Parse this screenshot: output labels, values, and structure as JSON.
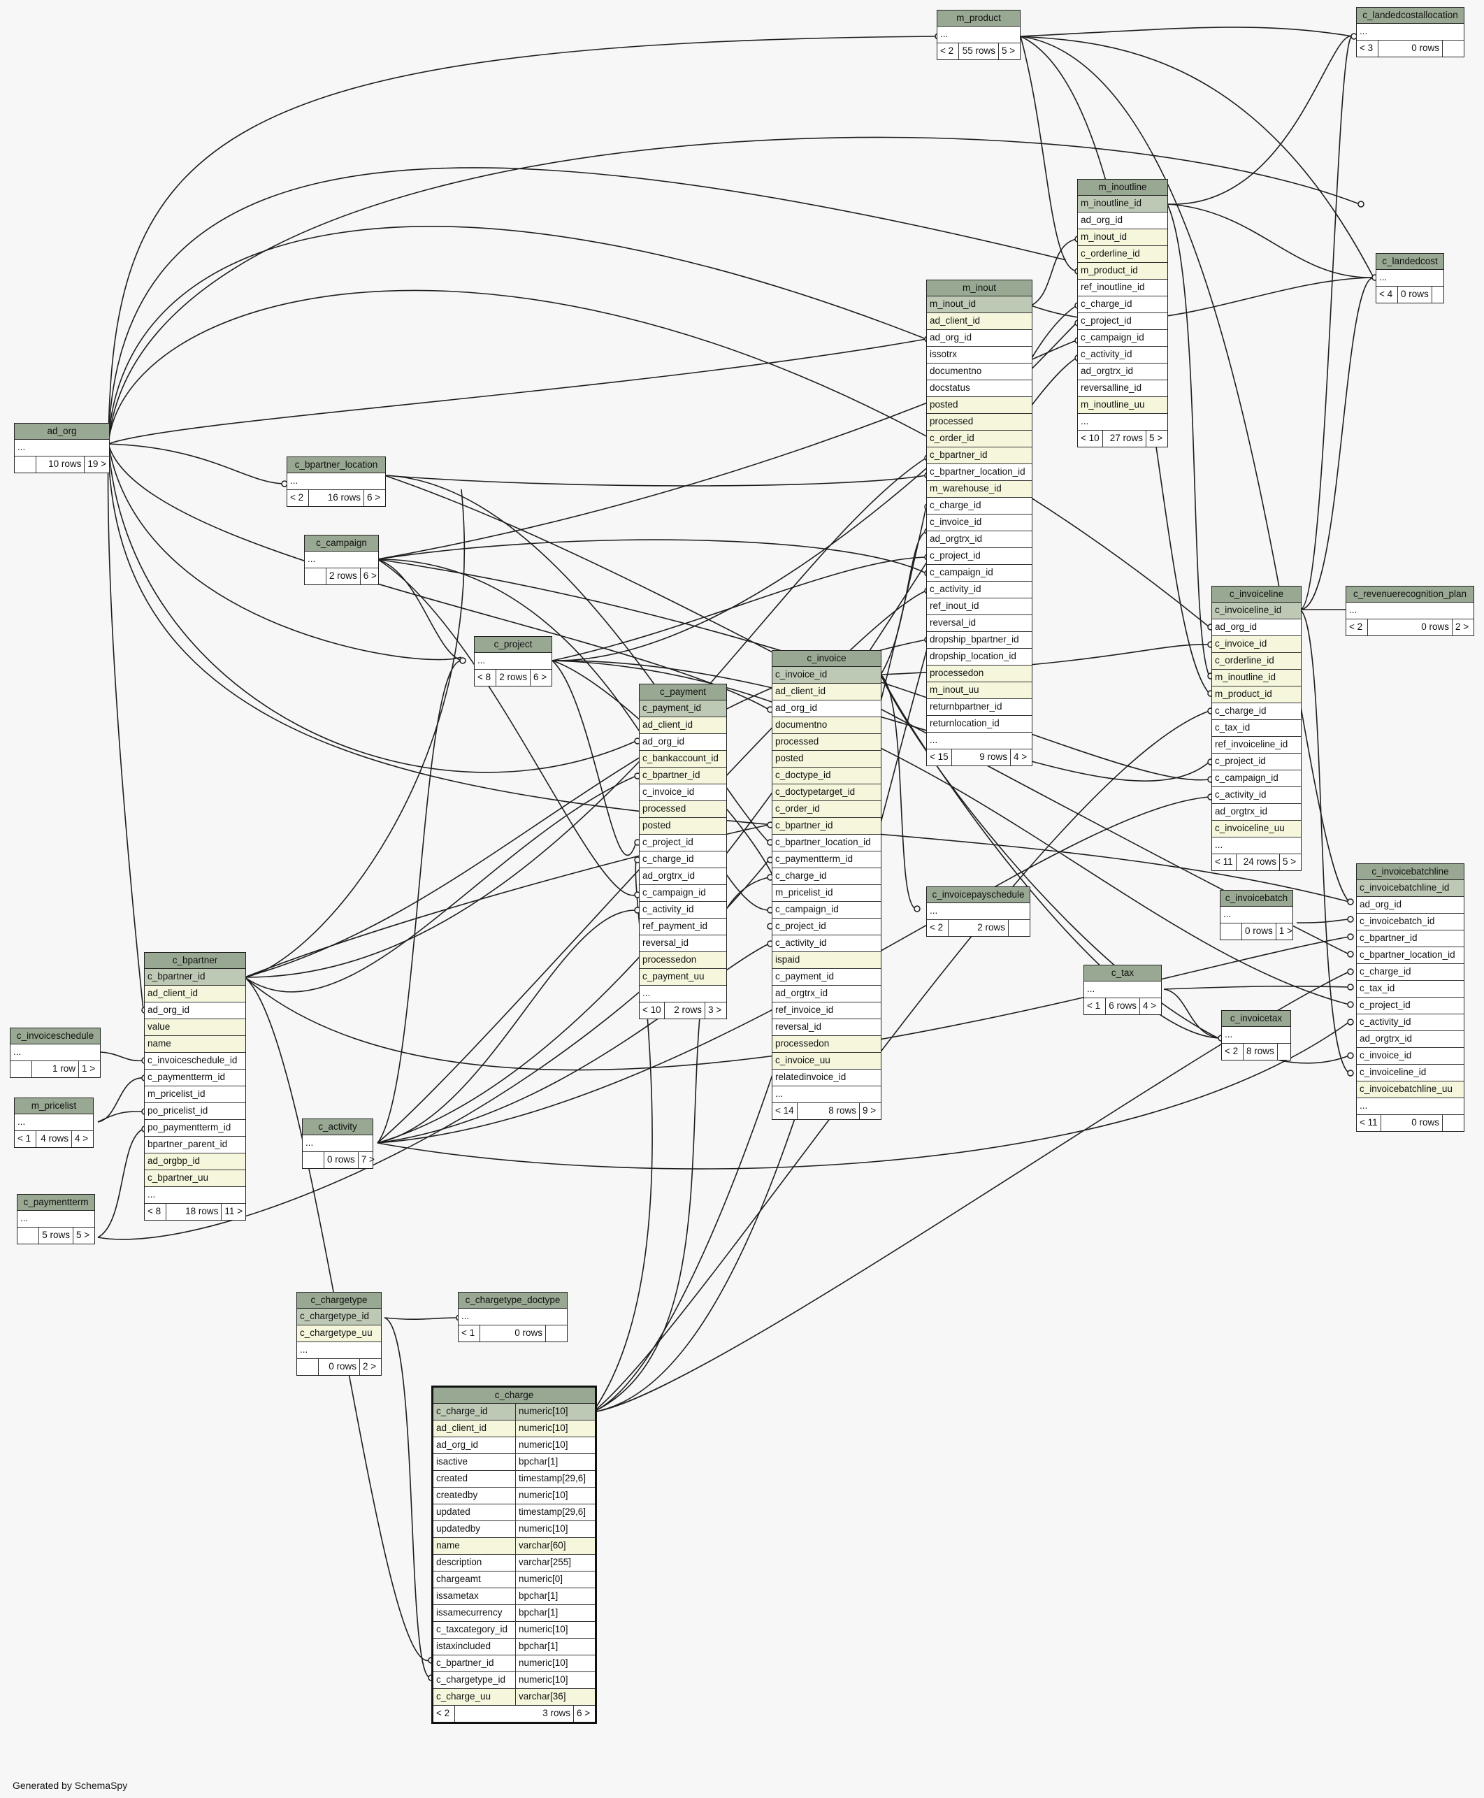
{
  "footer": "Generated by SchemaSpy",
  "tables": {
    "m_product": {
      "name": "m_product",
      "rows": [
        "..."
      ],
      "foot": [
        "< 2",
        "55 rows",
        "5 >"
      ]
    },
    "c_landedcostallocation": {
      "name": "c_landedcostallocation",
      "rows": [
        "..."
      ],
      "foot": [
        "< 3",
        "0 rows",
        ""
      ]
    },
    "m_inoutline": {
      "name": "m_inoutline",
      "rows": [
        "m_inoutline_id",
        "ad_org_id",
        "m_inout_id",
        "c_orderline_id",
        "m_product_id",
        "ref_inoutline_id",
        "c_charge_id",
        "c_project_id",
        "c_campaign_id",
        "c_activity_id",
        "ad_orgtrx_id",
        "reversalline_id",
        "m_inoutline_uu",
        "..."
      ],
      "foot": [
        "< 10",
        "27 rows",
        "5 >"
      ]
    },
    "c_landedcost": {
      "name": "c_landedcost",
      "rows": [
        "..."
      ],
      "foot": [
        "< 4",
        "0 rows",
        ""
      ]
    },
    "m_inout": {
      "name": "m_inout",
      "rows": [
        "m_inout_id",
        "ad_client_id",
        "ad_org_id",
        "issotrx",
        "documentno",
        "docstatus",
        "posted",
        "processed",
        "c_order_id",
        "c_bpartner_id",
        "c_bpartner_location_id",
        "m_warehouse_id",
        "c_charge_id",
        "c_invoice_id",
        "ad_orgtrx_id",
        "c_project_id",
        "c_campaign_id",
        "c_activity_id",
        "ref_inout_id",
        "reversal_id",
        "dropship_bpartner_id",
        "dropship_location_id",
        "processedon",
        "m_inout_uu",
        "returnbpartner_id",
        "returnlocation_id",
        "..."
      ],
      "foot": [
        "< 15",
        "9 rows",
        "4 >"
      ]
    },
    "ad_org": {
      "name": "ad_org",
      "rows": [
        "..."
      ],
      "foot": [
        "",
        "10 rows",
        "19 >"
      ]
    },
    "c_bpartner_location": {
      "name": "c_bpartner_location",
      "rows": [
        "..."
      ],
      "foot": [
        "< 2",
        "16 rows",
        "6 >"
      ]
    },
    "c_campaign": {
      "name": "c_campaign",
      "rows": [
        "..."
      ],
      "foot": [
        "",
        "2 rows",
        "6 >"
      ]
    },
    "c_project": {
      "name": "c_project",
      "rows": [
        "..."
      ],
      "foot": [
        "< 8",
        "2 rows",
        "6 >"
      ]
    },
    "c_payment": {
      "name": "c_payment",
      "rows": [
        "c_payment_id",
        "ad_client_id",
        "ad_org_id",
        "c_bankaccount_id",
        "c_bpartner_id",
        "c_invoice_id",
        "processed",
        "posted",
        "c_project_id",
        "c_charge_id",
        "ad_orgtrx_id",
        "c_campaign_id",
        "c_activity_id",
        "ref_payment_id",
        "reversal_id",
        "processedon",
        "c_payment_uu",
        "..."
      ],
      "foot": [
        "< 10",
        "2 rows",
        "3 >"
      ]
    },
    "c_invoice": {
      "name": "c_invoice",
      "rows": [
        "c_invoice_id",
        "ad_client_id",
        "ad_org_id",
        "documentno",
        "processed",
        "posted",
        "c_doctype_id",
        "c_doctypetarget_id",
        "c_order_id",
        "c_bpartner_id",
        "c_bpartner_location_id",
        "c_paymentterm_id",
        "c_charge_id",
        "m_pricelist_id",
        "c_campaign_id",
        "c_project_id",
        "c_activity_id",
        "ispaid",
        "c_payment_id",
        "ad_orgtrx_id",
        "ref_invoice_id",
        "reversal_id",
        "processedon",
        "c_invoice_uu",
        "relatedinvoice_id",
        "..."
      ],
      "foot": [
        "< 14",
        "8 rows",
        "9 >"
      ]
    },
    "c_invoiceline": {
      "name": "c_invoiceline",
      "rows": [
        "c_invoiceline_id",
        "ad_org_id",
        "c_invoice_id",
        "c_orderline_id",
        "m_inoutline_id",
        "m_product_id",
        "c_charge_id",
        "c_tax_id",
        "ref_invoiceline_id",
        "c_project_id",
        "c_campaign_id",
        "c_activity_id",
        "ad_orgtrx_id",
        "c_invoiceline_uu",
        "..."
      ],
      "foot": [
        "< 11",
        "24 rows",
        "5 >"
      ]
    },
    "c_revenuerecognition_plan": {
      "name": "c_revenuerecognition_plan",
      "rows": [
        "..."
      ],
      "foot": [
        "< 2",
        "0 rows",
        "2 >"
      ]
    },
    "c_invoicepayschedule": {
      "name": "c_invoicepayschedule",
      "rows": [
        "..."
      ],
      "foot": [
        "< 2",
        "2 rows",
        ""
      ]
    },
    "c_invoicebatch": {
      "name": "c_invoicebatch",
      "rows": [
        "..."
      ],
      "foot": [
        "",
        "0 rows",
        "1 >"
      ]
    },
    "c_invoicebatchline": {
      "name": "c_invoicebatchline",
      "rows": [
        "c_invoicebatchline_id",
        "ad_org_id",
        "c_invoicebatch_id",
        "c_bpartner_id",
        "c_bpartner_location_id",
        "c_charge_id",
        "c_tax_id",
        "c_project_id",
        "c_activity_id",
        "ad_orgtrx_id",
        "c_invoice_id",
        "c_invoiceline_id",
        "c_invoicebatchline_uu",
        "..."
      ],
      "foot": [
        "< 11",
        "0 rows",
        ""
      ]
    },
    "c_tax": {
      "name": "c_tax",
      "rows": [
        "..."
      ],
      "foot": [
        "< 1",
        "6 rows",
        "4 >"
      ]
    },
    "c_invoicetax": {
      "name": "c_invoicetax",
      "rows": [
        "..."
      ],
      "foot": [
        "< 2",
        "8 rows",
        ""
      ]
    },
    "c_bpartner": {
      "name": "c_bpartner",
      "rows": [
        "c_bpartner_id",
        "ad_client_id",
        "ad_org_id",
        "value",
        "name",
        "c_invoiceschedule_id",
        "c_paymentterm_id",
        "m_pricelist_id",
        "po_pricelist_id",
        "po_paymentterm_id",
        "bpartner_parent_id",
        "ad_orgbp_id",
        "c_bpartner_uu",
        "..."
      ],
      "foot": [
        "< 8",
        "18 rows",
        "11 >"
      ]
    },
    "c_invoiceschedule": {
      "name": "c_invoiceschedule",
      "rows": [
        "..."
      ],
      "foot": [
        "",
        "1 row",
        "1 >"
      ]
    },
    "m_pricelist": {
      "name": "m_pricelist",
      "rows": [
        "..."
      ],
      "foot": [
        "< 1",
        "4 rows",
        "4 >"
      ]
    },
    "c_paymentterm": {
      "name": "c_paymentterm",
      "rows": [
        "..."
      ],
      "foot": [
        "",
        "5 rows",
        "5 >"
      ]
    },
    "c_activity": {
      "name": "c_activity",
      "rows": [
        "..."
      ],
      "foot": [
        "",
        "0 rows",
        "7 >"
      ]
    },
    "c_chargetype": {
      "name": "c_chargetype",
      "rows": [
        "c_chargetype_id",
        "c_chargetype_uu",
        "..."
      ],
      "foot": [
        "",
        "0 rows",
        "2 >"
      ]
    },
    "c_chargetype_doctype": {
      "name": "c_chargetype_doctype",
      "rows": [
        "..."
      ],
      "foot": [
        "< 1",
        "0 rows",
        ""
      ]
    },
    "c_charge": {
      "name": "c_charge",
      "rows": [
        "c_charge_id",
        "ad_client_id",
        "ad_org_id",
        "isactive",
        "created",
        "createdby",
        "updated",
        "updatedby",
        "name",
        "description",
        "chargeamt",
        "issametax",
        "issamecurrency",
        "c_taxcategory_id",
        "istaxincluded",
        "c_bpartner_id",
        "c_chargetype_id",
        "c_charge_uu"
      ],
      "types": [
        "numeric[10]",
        "numeric[10]",
        "numeric[10]",
        "bpchar[1]",
        "timestamp[29,6]",
        "numeric[10]",
        "timestamp[29,6]",
        "numeric[10]",
        "varchar[60]",
        "varchar[255]",
        "numeric[0]",
        "bpchar[1]",
        "bpchar[1]",
        "numeric[10]",
        "bpchar[1]",
        "numeric[10]",
        "numeric[10]",
        "varchar[36]"
      ],
      "foot": [
        "< 2",
        "3 rows",
        "6 >"
      ]
    }
  }
}
